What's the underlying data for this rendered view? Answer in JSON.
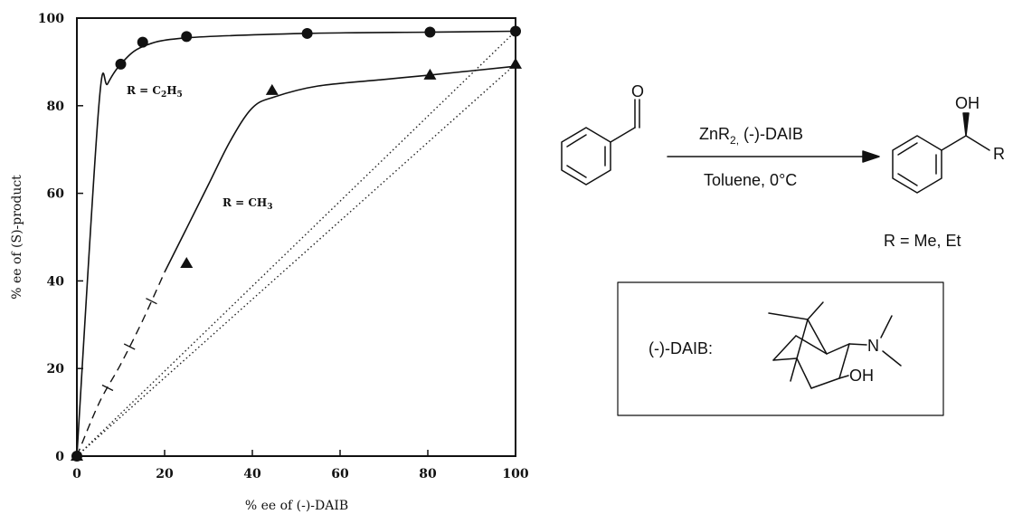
{
  "chart_data": {
    "type": "scatter",
    "title": "",
    "xlabel": "% ee of (-)-DAIB",
    "ylabel": "% ee of (S)-product",
    "xlim": [
      0,
      100
    ],
    "ylim": [
      0,
      100
    ],
    "xticks": [
      0,
      20,
      40,
      60,
      80,
      100
    ],
    "yticks": [
      0,
      20,
      40,
      60,
      80,
      100
    ],
    "grid": false,
    "series": [
      {
        "name": "R = C2H5",
        "label_main": "R = C",
        "label_sub1": "2",
        "label_mid": "H",
        "label_sub2": "5",
        "marker": "circle",
        "points": [
          [
            0,
            0
          ],
          [
            10,
            89.5
          ],
          [
            15,
            94.5
          ],
          [
            25,
            95.8
          ],
          [
            52.5,
            96.5
          ],
          [
            80.5,
            96.8
          ],
          [
            100,
            97
          ]
        ],
        "curve": [
          [
            0,
            0
          ],
          [
            5,
            80
          ],
          [
            7,
            85
          ],
          [
            10,
            89.5
          ],
          [
            15,
            93.5
          ],
          [
            25,
            95.5
          ],
          [
            52.5,
            96.5
          ],
          [
            80.5,
            96.8
          ],
          [
            100,
            97
          ]
        ]
      },
      {
        "name": "R = CH3",
        "label_main": "R = CH",
        "label_sub1": "3",
        "marker": "triangle",
        "points": [
          [
            0,
            0
          ],
          [
            25,
            44
          ],
          [
            44.5,
            83.5
          ],
          [
            80.5,
            87
          ],
          [
            100,
            89.5
          ]
        ],
        "curve_dashed": [
          [
            0,
            0
          ],
          [
            5,
            12
          ],
          [
            10,
            21
          ],
          [
            15,
            31
          ],
          [
            20,
            42
          ]
        ],
        "curve": [
          [
            20,
            42
          ],
          [
            25,
            52
          ],
          [
            30,
            62
          ],
          [
            35,
            72
          ],
          [
            40,
            79.5
          ],
          [
            45,
            82
          ],
          [
            55,
            84.5
          ],
          [
            70,
            86
          ],
          [
            80.5,
            87
          ],
          [
            100,
            89
          ]
        ]
      }
    ],
    "reference_lines": [
      {
        "from": [
          0,
          0
        ],
        "to": [
          100,
          97
        ]
      },
      {
        "from": [
          0,
          0
        ],
        "to": [
          100,
          89.5
        ]
      }
    ]
  },
  "reaction": {
    "reagent_main": "ZnR",
    "reagent_sub": "2,",
    "reagent_rest": " (-)-DAIB",
    "conditions": "Toluene,  0°C",
    "aldehyde_o": "O",
    "product_oh": "OH",
    "product_r": "R",
    "r_definition": "R = Me, Et"
  },
  "ligand": {
    "label": "(-)-DAIB:",
    "n_atom": "N",
    "oh_group": "OH"
  }
}
